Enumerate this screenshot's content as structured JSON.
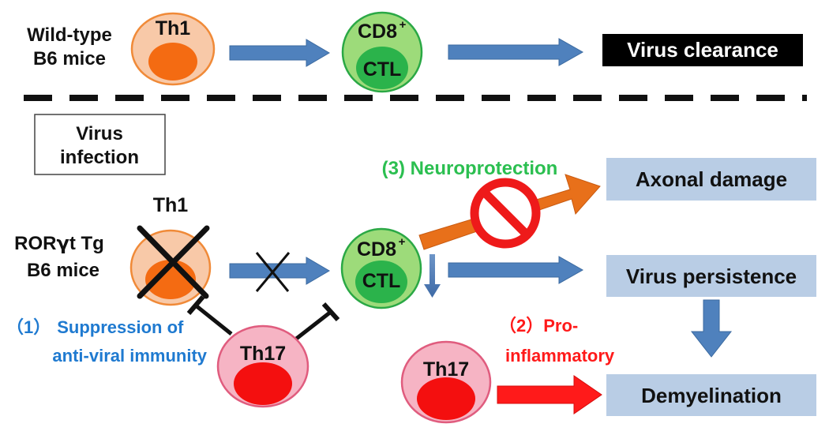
{
  "mouse_groups": {
    "wild_type": {
      "line1": "Wild-type",
      "line2": "B6 mice"
    },
    "tg": {
      "line1_pre": "ROR",
      "line1_greek": "γ",
      "line1_post": "t Tg",
      "line2": "B6 mice"
    }
  },
  "cells": {
    "th1": "Th1",
    "cd8_main": "CD8",
    "cd8_sup": "+",
    "ctl": "CTL",
    "th17": "Th17"
  },
  "outcomes": {
    "virus_clearance": "Virus clearance",
    "axonal_damage": "Axonal damage",
    "virus_persistence": "Virus persistence",
    "demyelination": "Demyelination"
  },
  "virus_infection": {
    "line1": "Virus",
    "line2": "infection"
  },
  "mechanisms": {
    "suppression_number": "（1）",
    "suppression_line1": "Suppression of",
    "suppression_line2": "anti-viral immunity",
    "proinflammatory_number": "（2）",
    "proinflammatory_line1": "Pro-",
    "proinflammatory_line2": "inflammatory",
    "neuroprotection": "(3) Neuroprotection"
  },
  "colors": {
    "th1_fill": "#f8c9a8",
    "th1_nucleus": "#f46b12",
    "th1_border": "#f08a38",
    "cd8_fill": "#9ddb7a",
    "cd8_nucleus": "#2bb34b",
    "cd8_border": "#2aa845",
    "th17_fill": "#f6b4c4",
    "th17_nucleus": "#f40f0f",
    "th17_border": "#e05c7e",
    "arrow_blue": "#4f81bd",
    "arrow_red": "#ff1a1a",
    "arrow_orange": "#e8701a",
    "outcome_box": "#b9cde5",
    "black_box": "#000000",
    "text_blue": "#1f7ad0",
    "text_red": "#ff1a1a",
    "text_green": "#2bbf50"
  }
}
